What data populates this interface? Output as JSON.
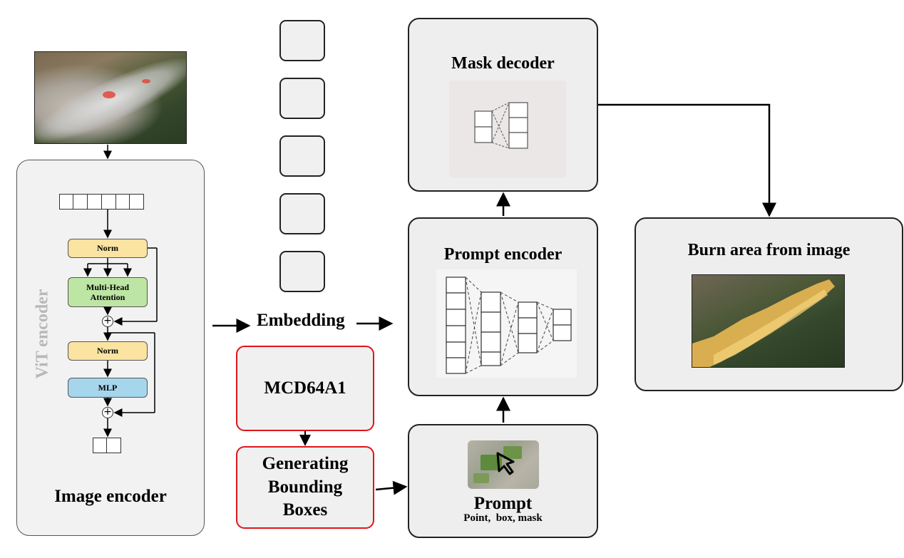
{
  "image_encoder": {
    "title": "Image encoder",
    "vit_label": "ViT encoder",
    "norm_1": "Norm",
    "attention": "Multi-Head Attention",
    "norm_2": "Norm",
    "mlp": "MLP"
  },
  "embedding": {
    "label": "Embedding"
  },
  "mcd": {
    "label": "MCD64A1"
  },
  "bbox": {
    "label_line1": "Generating",
    "label_line2": "Bounding",
    "label_line3": "Boxes"
  },
  "mask_decoder": {
    "title": "Mask decoder"
  },
  "prompt_encoder": {
    "title": "Prompt encoder"
  },
  "prompt": {
    "title": "Prompt",
    "subtitle": "Point,  box, mask"
  },
  "output": {
    "title": "Burn area from image"
  }
}
